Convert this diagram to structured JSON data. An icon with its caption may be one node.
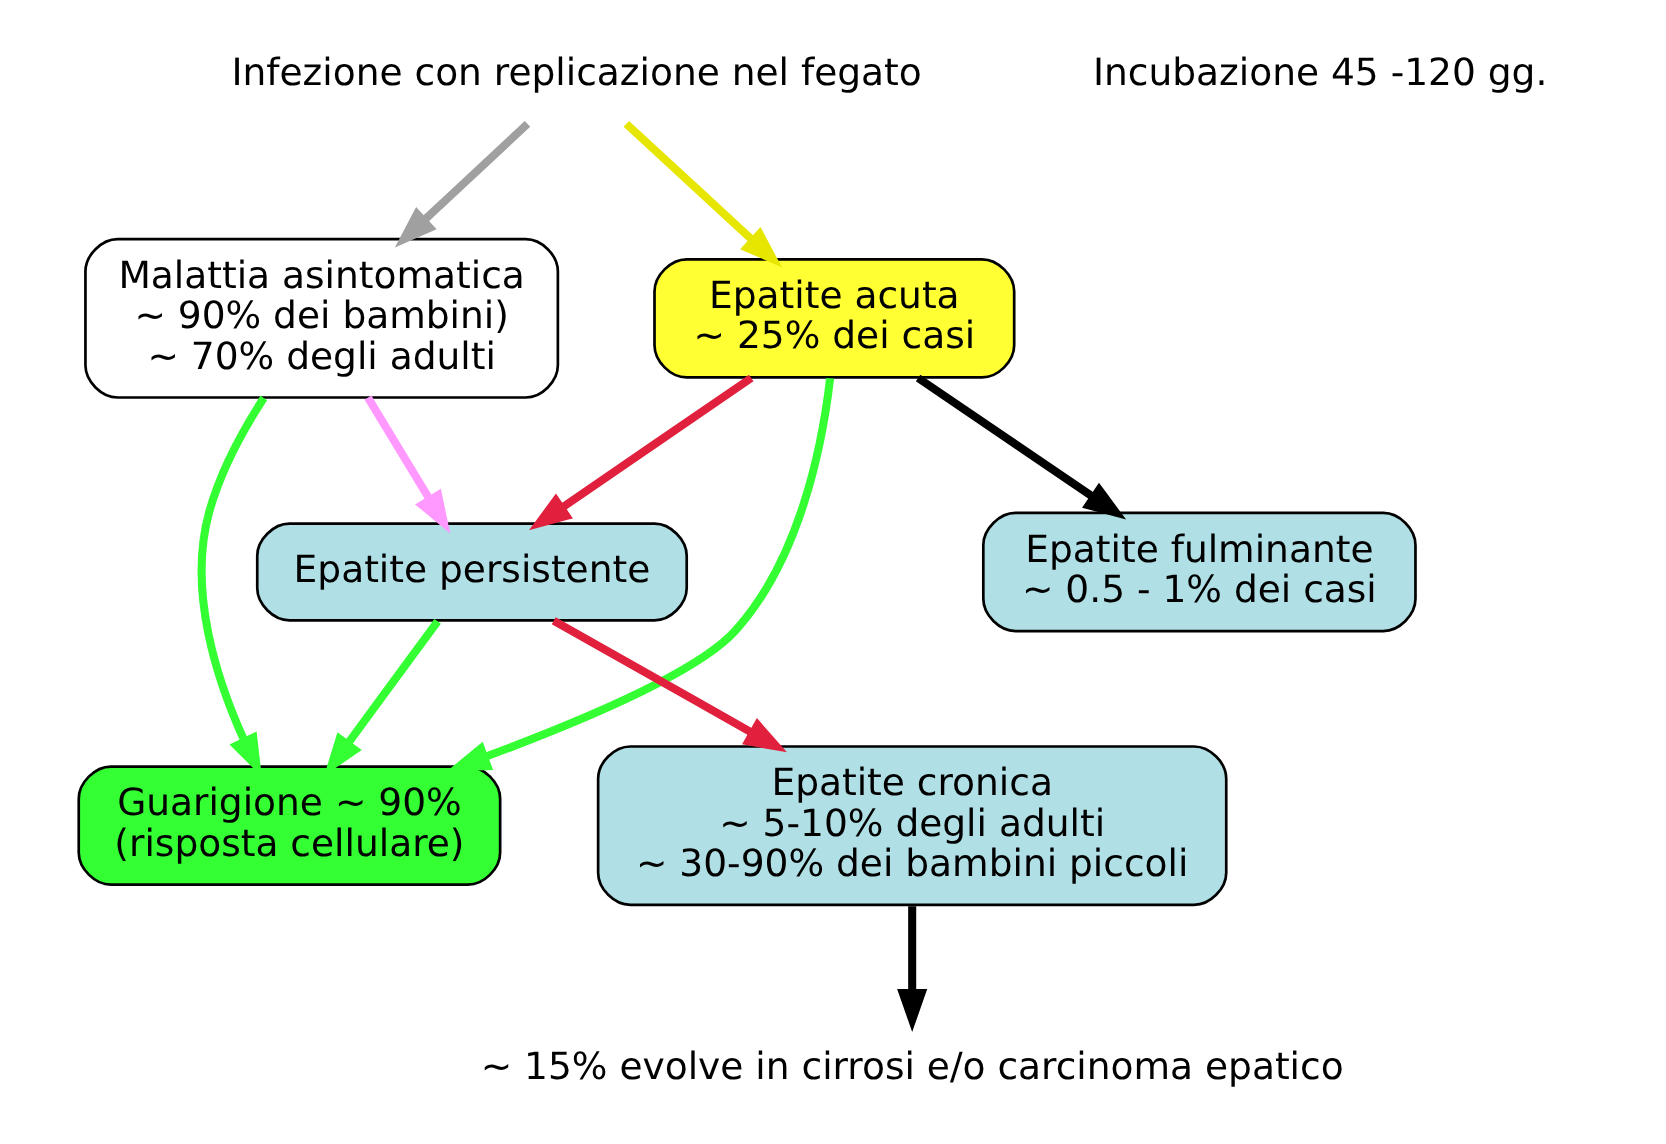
{
  "diagram": {
    "nodes": [
      {
        "text": [
          "Infezione con replicazione nel fegato"
        ]
      },
      {
        "text": [
          "Malattia asintomatica",
          "~ 90% dei bambini)",
          "~ 70% degli adulti"
        ]
      },
      {
        "text": [
          "Epatite acuta",
          "~ 25% dei casi"
        ]
      },
      {
        "text": [
          "Epatite persistente"
        ]
      },
      {
        "text": [
          "Epatite fulminante",
          "~ 0.5 - 1% dei casi"
        ]
      },
      {
        "text": [
          "Epatite cronica",
          "~ 5-10% degli adulti",
          "~ 30-90% dei bambini piccoli"
        ]
      },
      {
        "text": [
          "Guarigione ~ 90%",
          "(risposta cellulare)"
        ]
      },
      {
        "text": [
          "~ 15% evolve in cirrosi e/o carcinoma epatico"
        ]
      }
    ],
    "edges": [
      {
        "from": 0,
        "to": 1,
        "arrow": "to",
        "color": "#a0a0a0"
      },
      {
        "from": 0,
        "to": 2,
        "arrow": "to",
        "color": "#e6e600"
      },
      {
        "from": 1,
        "to": 3,
        "arrow": "to",
        "color": "#ff99ff"
      },
      {
        "from": 1,
        "to": 6,
        "arrow": "to"
      },
      {
        "from": 2,
        "to": 3,
        "arrow": "to",
        "color": "#e0203c"
      },
      {
        "from": 2,
        "to": 6,
        "arrow": "to"
      },
      {
        "from": 2,
        "to": 4,
        "arrow": "to",
        "color": "#000000"
      },
      {
        "from": 3,
        "to": 5,
        "arrow": "to",
        "color": "#e0203c"
      },
      {
        "from": 3,
        "to": 6,
        "arrow": "to"
      },
      {
        "from": 5,
        "to": 7,
        "arrow": "to",
        "color": "#000000"
      }
    ],
    "labels": [
      "Incubazione 45 -120 gg."
    ]
  }
}
